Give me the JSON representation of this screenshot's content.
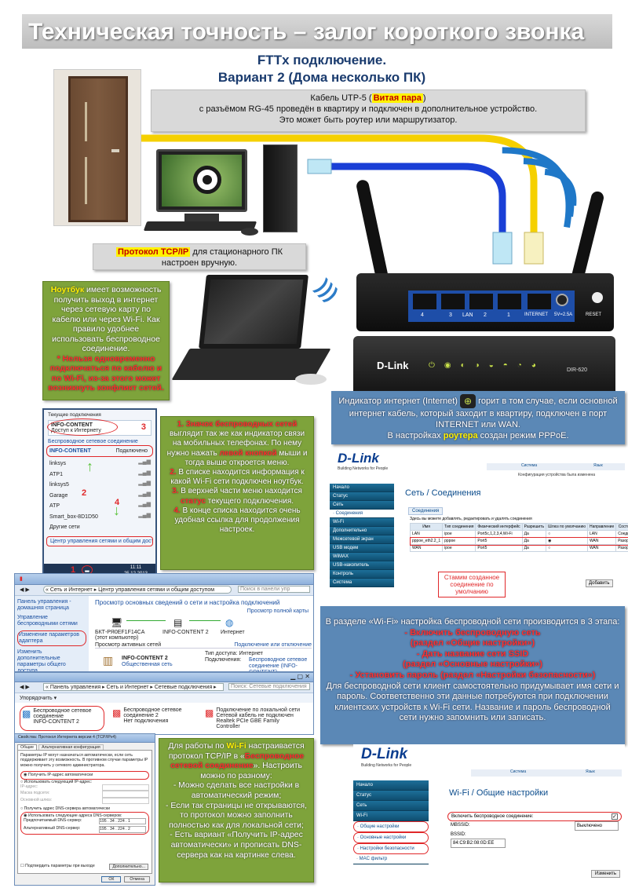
{
  "banner": "Техническая точность – залог короткого звонка",
  "title": {
    "line1": "FTTx подключение.",
    "line2": "Вариант 2 (Дома несколько ПК)"
  },
  "cable_box": {
    "prefix": "Кабель UTP-5 (",
    "highlight": "Витая пара",
    "suffix": ")",
    "line2": "с разъёмом RG-45 проведён в квартиру и подключен в дополнительное устройство.",
    "line3": "Это может быть роутер или маршрутизатор."
  },
  "protocol_box": {
    "highlight": "Протокол TCP/IP",
    "text": " для стационарного ПК настроен вручную."
  },
  "laptop_box": {
    "highlight": "Ноутбук",
    "text": " имеет возможность получить выход в интернет через сетевую карту по кабелю или через Wi-Fi. Как правило удобнее использовать беспроводное соединение.",
    "warning": "* Нельзя одновременно подключаться по кабелю и по Wi-Fi, из-за этого может возникнуть конфликт сетей."
  },
  "router": {
    "brand": "D-Link",
    "model": "DIR-620",
    "ports": [
      "4",
      "3",
      "LAN",
      "2",
      "1",
      "INTERNET",
      "5V=2.5A",
      "RESET"
    ]
  },
  "internet_box": {
    "text1": "Индикатор интернет (Internet)",
    "text2": " горит в том случае, если основной интернет кабель, который заходит в квартиру, подключен в порт INTERNET или WAN.",
    "text3": "В настройках ",
    "highlight": "роутера",
    "text4": " создан режим PPPoE."
  },
  "wifi_popup": {
    "header": "Текущие подключения",
    "current_name": "INFO-CONTENT",
    "current_status": "Доступ к Интернету",
    "section": "Беспроводное сетевое соединение",
    "selected": "INFO-CONTENT",
    "selected_status": "Подключено",
    "networks": [
      "linksys",
      "ATP1",
      "linksys5",
      "Garage",
      "ATP",
      "Smart_box-8D1D50",
      "Другие сети"
    ],
    "footer": "Центр управления сетями и общим доступом",
    "time": "11:11",
    "date": "25.12.2013",
    "markers": [
      "1",
      "2",
      "3",
      "4"
    ]
  },
  "steps_box": {
    "s1_num": "1.",
    "s1_hl": " Значок беспроводных сетей",
    "s1_text": " выглядит так же как индикатор связи на мобильных телефонах. По нему нужно нажать ",
    "s1_hl2": "левой кнопкой",
    "s1_text2": " мыши и тогда выше откроется меню.",
    "s2_num": "2.",
    "s2_text": " В списке находится информация к какой Wi-Fi сети подключен ноутбук.",
    "s3_num": "3.",
    "s3_text": " В верхней части меню находится ",
    "s3_hl": "статус",
    "s3_text2": " текущего подключения.",
    "s4_num": "4.",
    "s4_text": " В конце списка находится очень удобная ссылка для продолжения настроек."
  },
  "dlink_conn": {
    "logo": "D-Link",
    "tagline": "Building Networks for People",
    "topnav": [
      "Система",
      "Язык"
    ],
    "breadcrumb": "Конфигурация устройства была изменена",
    "side": [
      "Начало",
      "Статус",
      "Сеть",
      "· Соединения",
      "Wi-Fi",
      "Дополнительно",
      "Межсетевой экран",
      "USB модем",
      "WiMAX",
      "USB-накопитель",
      "Контроль",
      "Система"
    ],
    "heading": "Сеть / Соединения",
    "tab": "Соединения",
    "hint": "Здесь вы можете добавлять, редактировать и удалять соединения",
    "columns": [
      "Имя",
      "Тип соединения",
      "Физический интерфейс",
      "Разрешить",
      "Шлюз по умолчанию",
      "Направление",
      "Состояние"
    ],
    "rows": [
      [
        "LAN",
        "ipoe",
        "Port5c,1,2,3,4,Wi-Fi",
        "Да",
        "",
        "LAN",
        "Соединено"
      ],
      [
        "pppoe_eth2.2_1",
        "pppoe",
        "Port5",
        "Да",
        "",
        "WAN",
        "Разорвано"
      ],
      [
        "WAN",
        "ipoe",
        "Port5",
        "Да",
        "",
        "WAN",
        "Разорвано"
      ]
    ],
    "add_button": "Добавить",
    "callout": "Стамим созданное соединение по умолчанию"
  },
  "netcenter": {
    "address": "« Сеть и Интернет ▸ Центр управления сетями и общим доступом",
    "search": "Поиск в панели упр",
    "side": [
      "Панель управления - домашняя страница",
      "Управление беспроводными сетями",
      "Изменение параметров адаптера",
      "Изменить дополнительные параметры общего доступа"
    ],
    "heading": "Просмотр основных сведений о сети и настройка подключений",
    "full_map": "Просмотр полной карты",
    "nodes": [
      "БКТ-РЯ0ЕF1F14CA (этот компьютер)",
      "INFO-CONTENT 2",
      "Интернет"
    ],
    "active": "Просмотр активных сетей",
    "connect": "Подключение или отключение",
    "net_name": "INFO-CONTENT 2",
    "net_type": "Общественная сеть",
    "access_label": "Тип доступа:",
    "access_value": "Интернет",
    "conn_label": "Подключения:",
    "conn_value": "Беспроводное сетевое соединение (INFO-CONTENT)"
  },
  "adapters": {
    "address": "« Панель управления ▸ Сеть и Интернет ▸ Сетевые подключения ▸",
    "search": "Поиск: Сетевые подключения",
    "organize": "Упорядочить ▾",
    "items": [
      {
        "name": "Беспроводное сетевое соединение",
        "detail": "INFO-CONTENT 2"
      },
      {
        "name": "Беспроводное сетевое соединение 2",
        "detail": "Нет подключения"
      },
      {
        "name": "Подключение по локальной сети",
        "detail": "Сетевой кабель не подключен Realtek PCIe GBE Family Controller"
      }
    ]
  },
  "wifi_info_box": {
    "line1": "В разделе «Wi-Fi» настройка беспроводной сети производится в 3 этапа:",
    "s1": "- Включить беспроводную сеть",
    "s1b": "(раздел «Общие настройки»)",
    "s2": "- Дать название сети SSID",
    "s2b": "(раздел «Основные настройки»)",
    "s3": "- Установить пароль (раздел «Настройки безопасности»)",
    "text": "Для беспроводной сети клиент самостоятельно придумывает имя сети и пароль. Соответственно эти данные потребуются при подключении клиентских устройств к Wi-Fi сети. Название и пароль беспроводной сети нужно запомнить или записать."
  },
  "tcpip": {
    "title": "Свойства: Протокол Интернета версии 4 (TCP/IPv4)",
    "tabs": [
      "Общие",
      "Альтернативная конфигурация"
    ],
    "intro": "Параметры IP могут назначаться автоматически, если сеть поддерживает эту возможность. В противном случае параметры IP можно получить у сетевого администратора.",
    "auto_ip": "Получить IP-адрес автоматически",
    "manual_ip": "Использовать следующий IP-адрес:",
    "ip_fields": [
      "IP-адрес:",
      "Маска подсети:",
      "Основной шлюз:"
    ],
    "auto_dns": "Получить адрес DNS-сервера автоматически",
    "manual_dns": "Использовать следующие адреса DNS-серверов:",
    "dns1_label": "Предпочитаемый DNS-сервер:",
    "dns1": "195 . 34 . 224 . 1",
    "dns2_label": "Альтернативный DNS-сервер:",
    "dns2": "195 . 34 . 224 . 2",
    "confirm": "Подтвердить параметры при выходе",
    "advanced": "Дополнительно...",
    "ok": "ОК",
    "cancel": "Отмена"
  },
  "tcp_box": {
    "t1": "Для работы по ",
    "hl1": "Wi-Fi",
    "t2": " настраивается протокол TCP/IP в «",
    "hl2": "Беспроводное сетевой соединение",
    "t3": "». Настроить можно по разному:",
    "b1": "- Можно сделать все настройки в автоматический режим;",
    "b2": "- Если так страницы не открываются, то протокол можно заполнить полностью как для локальной сети;",
    "b3": "- Есть вариант «Получить IP-адрес автоматически» и прописать DNS-сервера как на картинке слева."
  },
  "dlink_wifi": {
    "logo": "D-Link",
    "tagline": "Building Networks for People",
    "topnav": [
      "Система",
      "Язык"
    ],
    "side": [
      "Начало",
      "Статус",
      "Сеть",
      "Wi-Fi",
      "· Общие настройки",
      "· Основные настройки",
      "· Настройки безопасности",
      "· MAC фильтр"
    ],
    "heading": "Wi-Fi / Общие настройки",
    "enable_label": "Включить беспроводное соединение:",
    "mbssid_label": "MBSSID:",
    "mbssid_value": "Выключено",
    "bssid_label": "BSSID:",
    "bssid_value": "84:C9:B2:08:0D:EE",
    "save": "Изменить"
  },
  "colors": {
    "green": "#7ea33b",
    "blue": "#5b88b6",
    "highlight": "#fff200",
    "alert": "#e0282a",
    "title": "#1a3b6e"
  }
}
